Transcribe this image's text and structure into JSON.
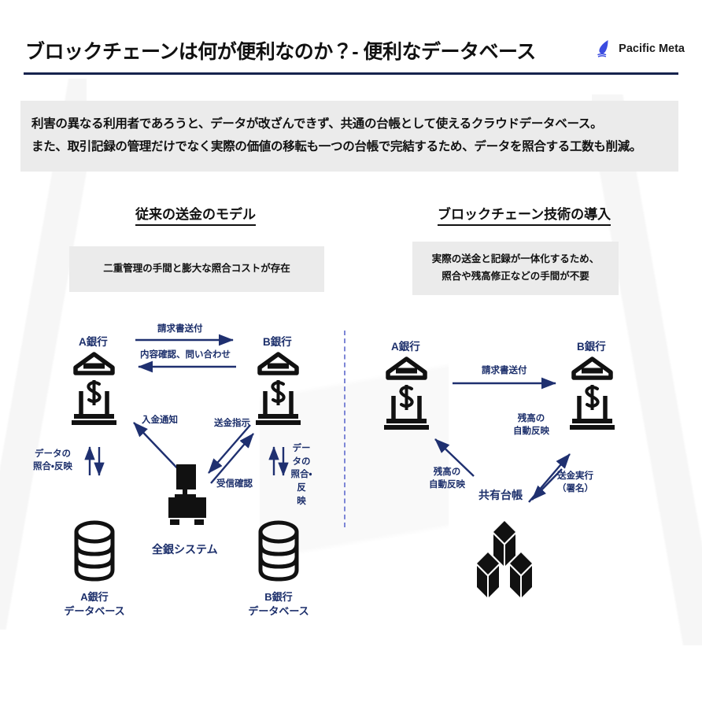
{
  "header": {
    "title": "ブロックチェーンは何が便利なのか？- 便利なデータベース",
    "logo_text": "Pacific Meta",
    "logo_icon": "pacific-meta-sail-icon",
    "rule_color": "#16234d"
  },
  "summary": {
    "line1": "利害の異なる利用者であろうと、データが改ざんできず、共通の台帳として使えるクラウドデータベース。",
    "line2": "また、取引記録の管理だけでなく実際の価値の移転も一つの台帳で完結するため、データを照合する工数も削減。",
    "background": "#ebebeb"
  },
  "left_panel": {
    "heading": "従来の送金のモデル",
    "note": "二重管理の手間と膨大な照合コストが存在",
    "bank_a": "A銀行",
    "bank_b": "B銀行",
    "flow_invoice": "請求書送付",
    "flow_inquiry": "内容確認、問い合わせ",
    "flow_deposit_notice": "入金通知",
    "flow_transfer_order": "送金指示",
    "flow_receipt_confirm": "受信確認",
    "data_sync_a_l1": "データの",
    "data_sync_a_l2": "照合・反映",
    "data_sync_b_l1": "データの",
    "data_sync_b_l2": "照合・反",
    "data_sync_b_l3": "映",
    "system_name": "全銀システム",
    "db_a_l1": "A銀行",
    "db_a_l2": "データベース",
    "db_b_l1": "B銀行",
    "db_b_l2": "データベース"
  },
  "right_panel": {
    "heading": "ブロックチェーン技術の導入",
    "note_line1": "実際の送金と記録が一体化するため、",
    "note_line2": "照合や残高修正などの手間が不要",
    "bank_a": "A銀行",
    "bank_b": "B銀行",
    "flow_invoice": "請求書送付",
    "balance_auto_right_l1": "残高の",
    "balance_auto_right_l2": "自動反映",
    "balance_auto_left_l1": "残高の",
    "balance_auto_left_l2": "自動反映",
    "transfer_exec_l1": "送金実行",
    "transfer_exec_l2": "（署名）",
    "ledger_name": "共有台帳"
  },
  "colors": {
    "navy": "#1c2f6b",
    "arrow": "#1f3070",
    "divider": "#7d86d6",
    "black": "#111111",
    "panel_gray": "#ebebeb",
    "logo_blue": "#3b4ce0"
  }
}
